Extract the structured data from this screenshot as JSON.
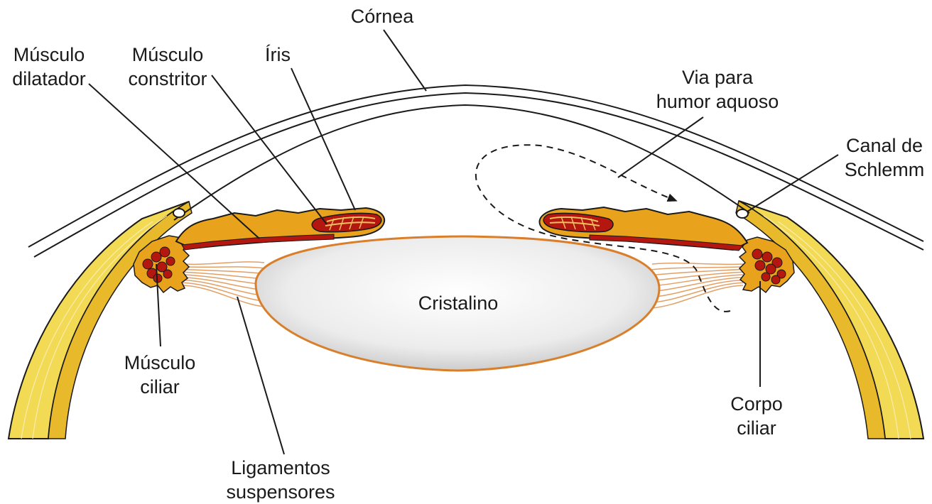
{
  "labels": {
    "cornea": "Córnea",
    "dilator": [
      "Músculo",
      "dilatador"
    ],
    "constrictor": [
      "Músculo",
      "constritor"
    ],
    "iris": "Íris",
    "aqueous_path": [
      "Via para",
      "humor aquoso"
    ],
    "schlemm": [
      "Canal de",
      "Schlemm"
    ],
    "lens": "Cristalino",
    "ciliary_muscle": [
      "Músculo",
      "ciliar"
    ],
    "ciliary_body": [
      "Corpo",
      "ciliar"
    ],
    "ligaments": [
      "Ligamentos",
      "suspensores"
    ]
  },
  "colors": {
    "sclera_yellow": "#f3da55",
    "iris_orange": "#e9a21c",
    "muscle_red": "#b3170f",
    "lens_fill": "#e8e8e8",
    "lens_outline": "#d97f2b",
    "ligament": "#e3a066",
    "line": "#1a1a1a"
  }
}
